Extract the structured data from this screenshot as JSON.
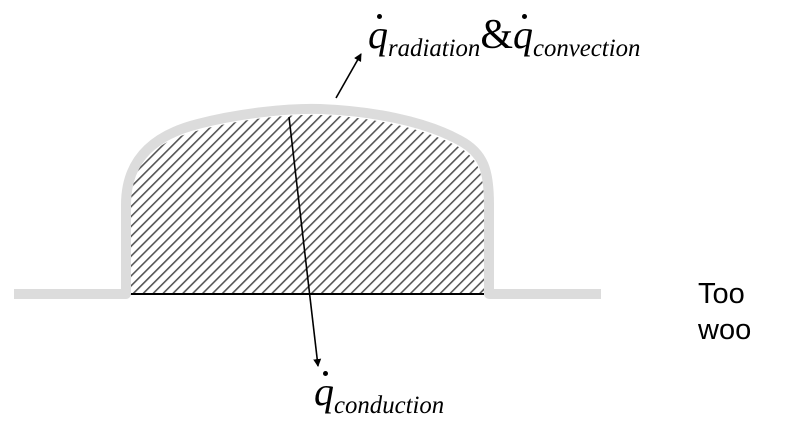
{
  "labels": {
    "q_symbol": "q",
    "radiation_subscript": "radiation",
    "ampersand": "&",
    "convection_subscript": "convection",
    "conduction_subscript": "conduction"
  },
  "side_text": {
    "line1": "Too",
    "line2": "woo"
  },
  "colors": {
    "bead_outline": "#dcdcdc",
    "hatch": "#555555",
    "arrow": "#000000"
  }
}
